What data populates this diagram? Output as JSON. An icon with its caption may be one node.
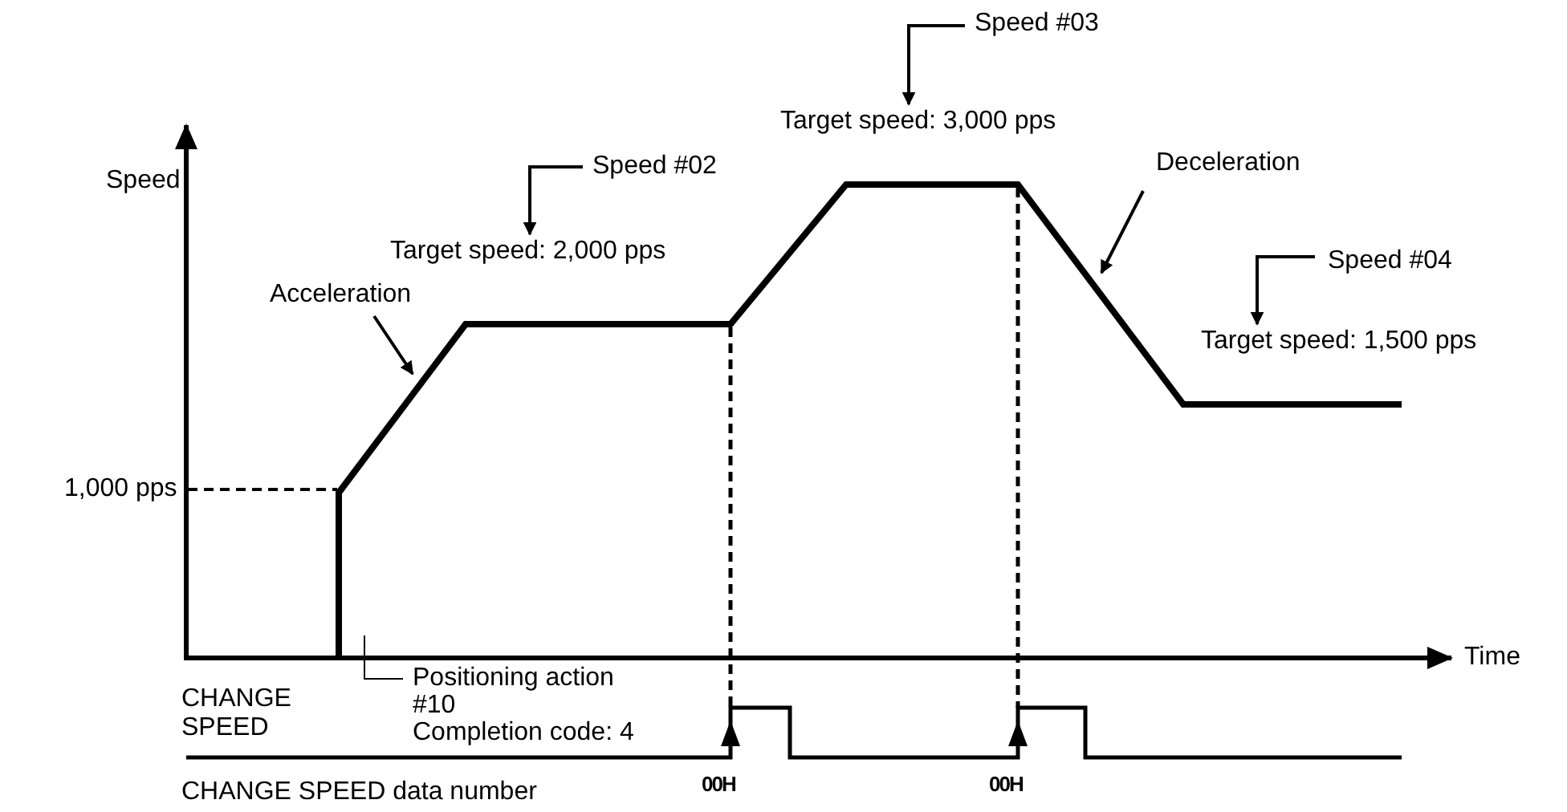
{
  "diagram": {
    "nodes": [
      {
        "text": [
          "Speed #02"
        ]
      },
      {
        "text": [
          "Target speed: 2,000 pps"
        ]
      },
      {
        "text": [
          "Speed #03"
        ]
      },
      {
        "text": [
          "Target speed: 3,000 pps"
        ]
      },
      {
        "text": [
          "Speed #04"
        ]
      },
      {
        "text": [
          "Target speed: 1,500 pps"
        ]
      },
      {
        "text": [
          "Acceleration"
        ]
      },
      {
        "text": [
          "Deceleration"
        ]
      },
      {
        "text": [
          "Positioning action #10",
          "Completion code: 4"
        ]
      },
      {
        "text": [],
        "shape": "line"
      }
    ],
    "edges": [
      {
        "from": 0,
        "to": 1,
        "arrow": "to"
      },
      {
        "from": 2,
        "to": 3,
        "arrow": "to"
      },
      {
        "from": 4,
        "to": 5,
        "arrow": "to"
      },
      {
        "from": 6,
        "to": null,
        "arrow": "to"
      },
      {
        "from": 7,
        "to": null,
        "arrow": "to"
      },
      {
        "from": 8,
        "to": 9,
        "arrow": "none"
      }
    ],
    "labels": [
      "Speed",
      "1,000 pps",
      "Time",
      "CHANGE SPEED",
      "CHANGE SPEED data number",
      "00H",
      "00H"
    ]
  }
}
